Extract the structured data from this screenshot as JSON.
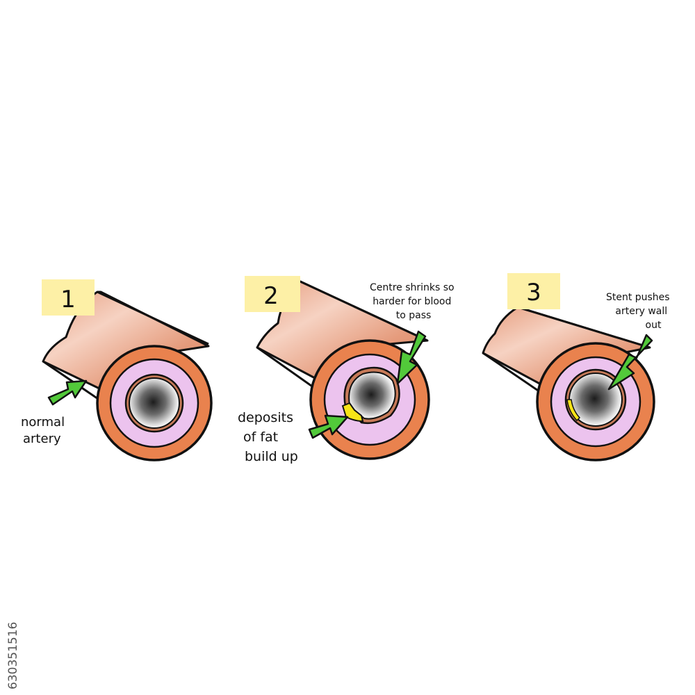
{
  "colors": {
    "outer_wall": "#e9824e",
    "outer_wall_dark": "#c9602f",
    "tube_body": "#e8a68b",
    "tube_highlight": "#fbe3d8",
    "middle_layer": "#ecc3ee",
    "lumen_ring": "#c77a58",
    "lumen_center": "#1c1c1c",
    "fat_deposit": "#f7e417",
    "arrow": "#52c93a",
    "note_tag": "#fdf0a6"
  },
  "panels": [
    {
      "number": "1",
      "label_lines": [
        "normal",
        "artery"
      ]
    },
    {
      "number": "2",
      "label_lines": [
        "deposits",
        "of fat",
        "build up"
      ],
      "label2_lines": [
        "Centre shrinks so",
        "harder for blood",
        "to pass"
      ]
    },
    {
      "number": "3",
      "label_lines": [
        "Stent pushes",
        "artery wall",
        "out"
      ]
    }
  ],
  "watermark": {
    "text": "630351516"
  }
}
